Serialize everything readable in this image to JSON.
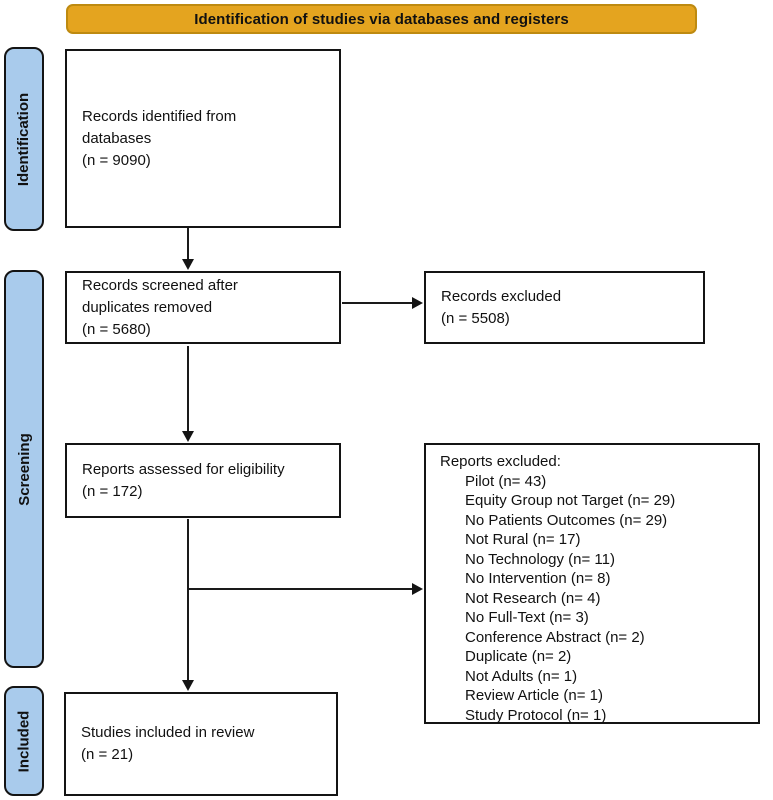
{
  "banner": {
    "label": "Identification of studies via databases and registers"
  },
  "colors": {
    "banner_fill": "#E4A41F",
    "banner_border": "#BE8A10",
    "stage_fill": "#A9CBEC",
    "box_border": "#141414",
    "arrow": "#1a1a1a"
  },
  "stages": [
    {
      "label": "Identification"
    },
    {
      "label": "Screening"
    },
    {
      "label": "Included"
    }
  ],
  "boxes": {
    "identified": {
      "lines": [
        "Records identified from",
        "databases",
        "(n = 9090)"
      ]
    },
    "screened": {
      "lines": [
        "Records screened after",
        "duplicates removed",
        "(n = 5680)"
      ]
    },
    "records_excluded": {
      "lines": [
        "Records excluded",
        "(n = 5508)"
      ]
    },
    "assessed": {
      "lines": [
        "Reports assessed for eligibility",
        "(n = 172)"
      ]
    },
    "reports_excluded": {
      "title": "Reports excluded:",
      "items": [
        "Pilot (n= 43)",
        "Equity Group not Target (n= 29)",
        "No Patients Outcomes (n= 29)",
        "Not Rural (n= 17)",
        "No Technology (n= 11)",
        "No Intervention (n= 8)",
        "Not Research (n= 4)",
        "No Full-Text (n= 3)",
        "Conference Abstract (n= 2)",
        "Duplicate (n= 2)",
        "Not Adults (n= 1)",
        "Review Article (n= 1)",
        "Study Protocol (n= 1)"
      ]
    },
    "included": {
      "lines": [
        "Studies included in review",
        "(n = 21)"
      ]
    }
  }
}
